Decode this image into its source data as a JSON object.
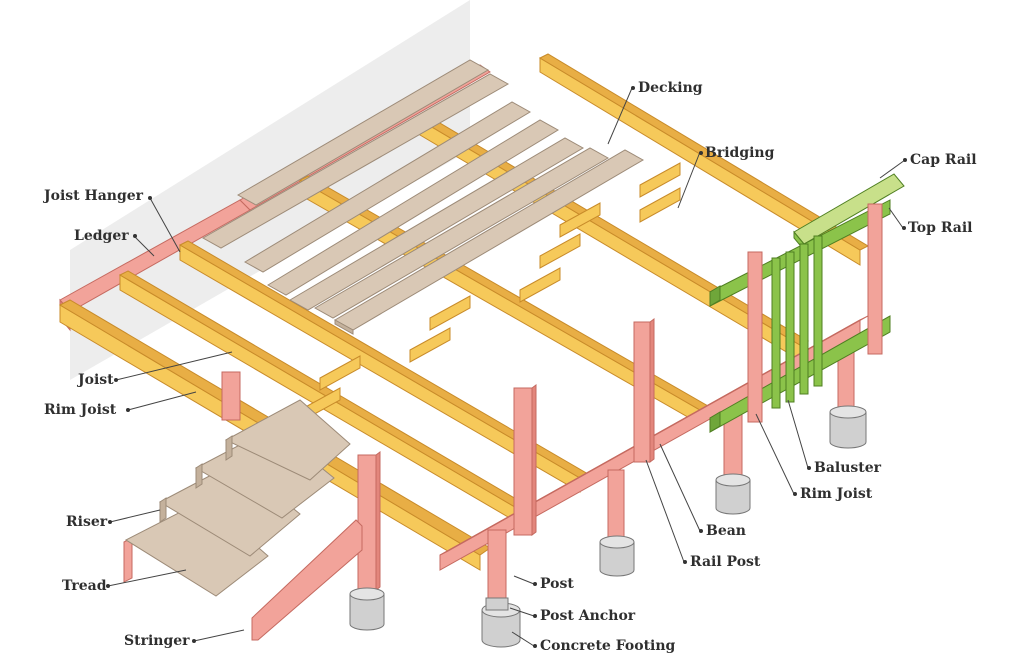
{
  "labels": {
    "decking": "Decking",
    "bridging": "Bridging",
    "cap_rail": "Cap Rail",
    "top_rail": "Top Rail",
    "joist_hanger": "Joist Hanger",
    "ledger": "Ledger",
    "joist": "Joist",
    "rim_joist_left": "Rim Joist",
    "riser": "Riser",
    "tread": "Tread",
    "stringer": "Stringer",
    "post": "Post",
    "post_anchor": "Post Anchor",
    "concrete_footing": "Concrete Footing",
    "bean": "Bean",
    "rail_post": "Rail Post",
    "baluster": "Baluster",
    "rim_joist_right": "Rim Joist"
  },
  "colors": {
    "joist": "#F6C95A",
    "joist_edge": "#E8A93A",
    "beam": "#F2A39A",
    "beam_edge": "#D9736A",
    "decking": "#D9C8B5",
    "decking_edge": "#A89684",
    "railing": "#8BC34A",
    "railing_edge": "#5E8F2E",
    "footing": "#D0D0D0",
    "footing_edge": "#8C8C8C",
    "wall": "#EBEBEB",
    "text": "#2F2F2F"
  }
}
